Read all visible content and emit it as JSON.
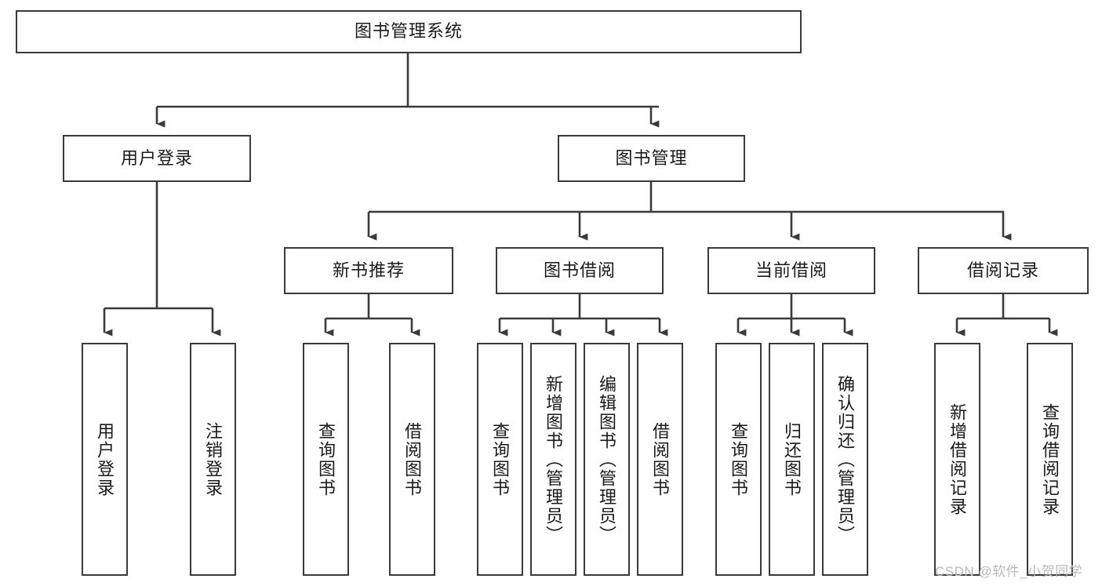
{
  "diagram": {
    "title": "图书管理系统",
    "type": "hierarchy-tree",
    "watermark": "CSDN @软件_小贺同学",
    "colors": {
      "stroke": "#3a3a3a",
      "fill": "#ffffff",
      "text": "#1a1a1a",
      "watermark": "#b9b9b9"
    },
    "levels": {
      "root": {
        "label": "图书管理系统",
        "orientation": "horizontal"
      },
      "level2": [
        {
          "label": "用户登录",
          "orientation": "horizontal"
        },
        {
          "label": "图书管理",
          "orientation": "horizontal"
        }
      ],
      "level3": [
        {
          "label": "新书推荐",
          "orientation": "horizontal"
        },
        {
          "label": "图书借阅",
          "orientation": "horizontal"
        },
        {
          "label": "当前借阅",
          "orientation": "horizontal"
        },
        {
          "label": "借阅记录",
          "orientation": "horizontal"
        }
      ],
      "leaves": [
        {
          "label": "用户登录",
          "parent": "用户登录",
          "orientation": "vertical"
        },
        {
          "label": "注销登录",
          "parent": "用户登录",
          "orientation": "vertical"
        },
        {
          "label": "查询图书",
          "parent": "新书推荐",
          "orientation": "vertical"
        },
        {
          "label": "借阅图书",
          "parent": "新书推荐",
          "orientation": "vertical"
        },
        {
          "label": "查询图书",
          "parent": "图书借阅",
          "orientation": "vertical"
        },
        {
          "label": "新增图书（管理员）",
          "parent": "图书借阅",
          "orientation": "vertical"
        },
        {
          "label": "编辑图书（管理员）",
          "parent": "图书借阅",
          "orientation": "vertical"
        },
        {
          "label": "借阅图书",
          "parent": "图书借阅",
          "orientation": "vertical"
        },
        {
          "label": "查询图书",
          "parent": "当前借阅",
          "orientation": "vertical"
        },
        {
          "label": "归还图书",
          "parent": "当前借阅",
          "orientation": "vertical"
        },
        {
          "label": "确认归还（管理员）",
          "parent": "当前借阅",
          "orientation": "vertical"
        },
        {
          "label": "新增借阅记录",
          "parent": "借阅记录",
          "orientation": "vertical"
        },
        {
          "label": "查询借阅记录",
          "parent": "借阅记录",
          "orientation": "vertical"
        }
      ]
    }
  }
}
